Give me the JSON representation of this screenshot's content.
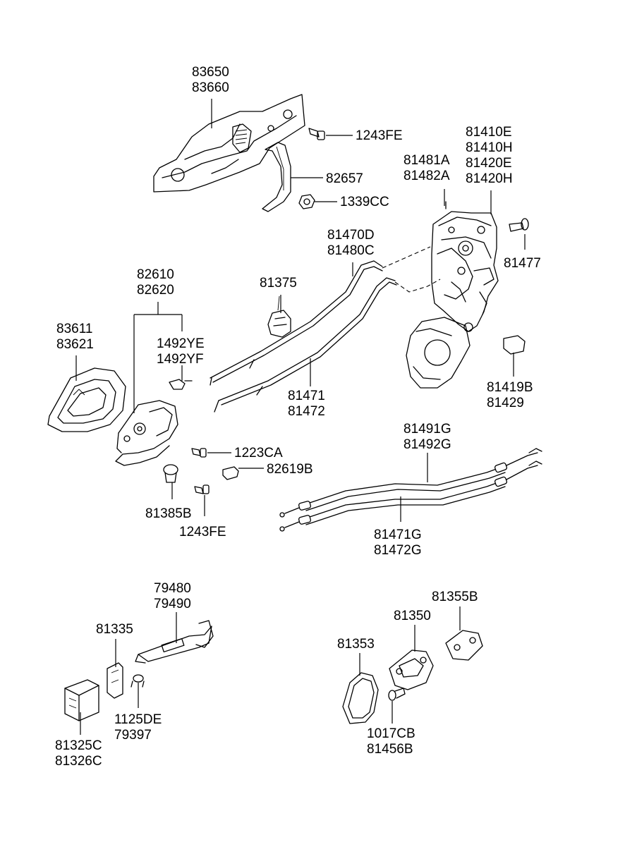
{
  "diagram": {
    "labels": [
      {
        "id": "p83650",
        "lines": [
          "83650",
          "83660"
        ]
      },
      {
        "id": "p1243fe_top",
        "lines": [
          "1243FE"
        ]
      },
      {
        "id": "p82657",
        "lines": [
          "82657"
        ]
      },
      {
        "id": "p1339cc",
        "lines": [
          "1339CC"
        ]
      },
      {
        "id": "p81481a",
        "lines": [
          "81481A",
          "81482A"
        ]
      },
      {
        "id": "p81410e",
        "lines": [
          "81410E",
          "81410H",
          "81420E",
          "81420H"
        ]
      },
      {
        "id": "p81470d",
        "lines": [
          "81470D",
          "81480C"
        ]
      },
      {
        "id": "p81477",
        "lines": [
          "81477"
        ]
      },
      {
        "id": "p81375",
        "lines": [
          "81375"
        ]
      },
      {
        "id": "p82610",
        "lines": [
          "82610",
          "82620"
        ]
      },
      {
        "id": "p83611",
        "lines": [
          "83611",
          "83621"
        ]
      },
      {
        "id": "p1492ye",
        "lines": [
          "1492YE",
          "1492YF"
        ]
      },
      {
        "id": "p81471",
        "lines": [
          "81471",
          "81472"
        ]
      },
      {
        "id": "p81419b",
        "lines": [
          "81419B",
          "81429"
        ]
      },
      {
        "id": "p81491g",
        "lines": [
          "81491G",
          "81492G"
        ]
      },
      {
        "id": "p1223ca",
        "lines": [
          "1223CA"
        ]
      },
      {
        "id": "p82619b",
        "lines": [
          "82619B"
        ]
      },
      {
        "id": "p81385b",
        "lines": [
          "81385B"
        ]
      },
      {
        "id": "p1243fe_bot",
        "lines": [
          "1243FE"
        ]
      },
      {
        "id": "p81471g",
        "lines": [
          "81471G",
          "81472G"
        ]
      },
      {
        "id": "p79480",
        "lines": [
          "79480",
          "79490"
        ]
      },
      {
        "id": "p81335",
        "lines": [
          "81335"
        ]
      },
      {
        "id": "p81355b",
        "lines": [
          "81355B"
        ]
      },
      {
        "id": "p81350",
        "lines": [
          "81350"
        ]
      },
      {
        "id": "p81353",
        "lines": [
          "81353"
        ]
      },
      {
        "id": "p1125de",
        "lines": [
          "1125DE",
          "79397"
        ]
      },
      {
        "id": "p1017cb",
        "lines": [
          "1017CB",
          "81456B"
        ]
      },
      {
        "id": "p81325c",
        "lines": [
          "81325C",
          "81326C"
        ]
      }
    ]
  }
}
